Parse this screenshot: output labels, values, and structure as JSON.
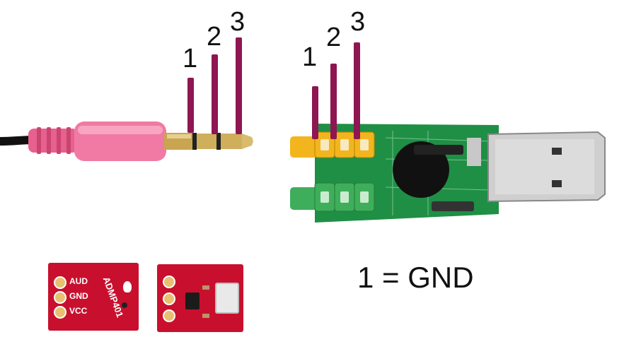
{
  "plug_labels": [
    "1",
    "2",
    "3"
  ],
  "jack_labels": [
    "1",
    "2",
    "3"
  ],
  "legend": "1 = GND",
  "breakout_board": {
    "pins": [
      "AUD",
      "GND",
      "VCC"
    ],
    "name": "ADMP401"
  },
  "colors": {
    "marker": "#8e1652",
    "plug_pink": "#f07aa3",
    "pcb_green": "#1f8f45",
    "breakout_red": "#c8102e",
    "jack_yellow": "#f2b51d",
    "jack_green": "#3fae5a"
  }
}
